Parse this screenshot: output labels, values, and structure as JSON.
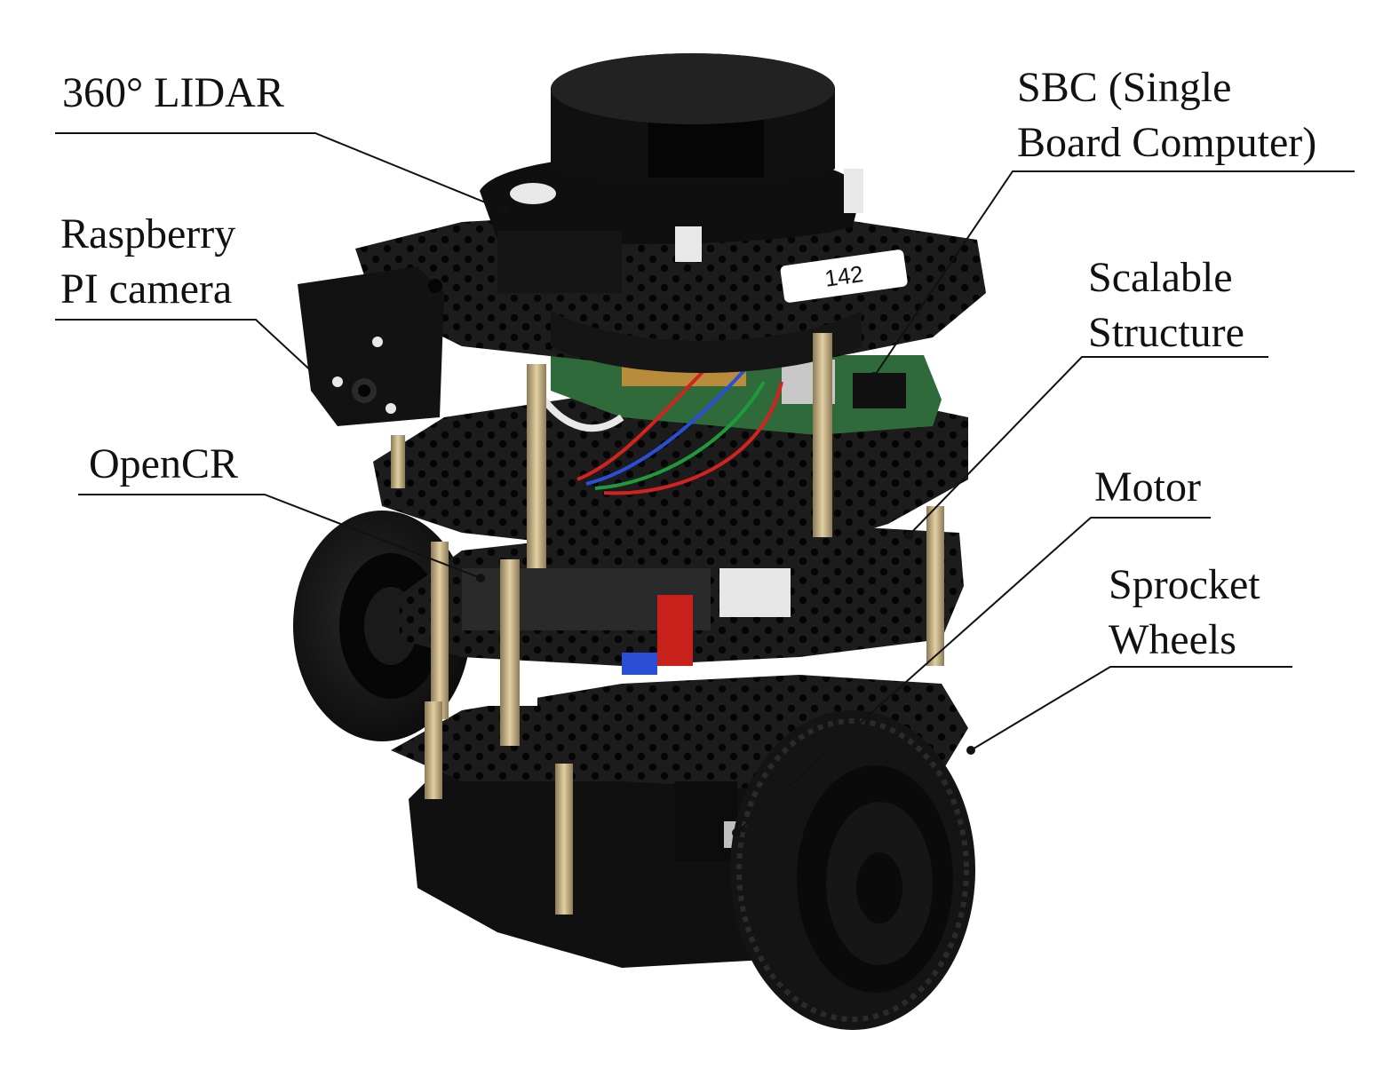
{
  "labels": {
    "lidar": [
      "360° LIDAR"
    ],
    "camera": [
      "Raspberry",
      "PI camera"
    ],
    "opencr": [
      "OpenCR"
    ],
    "sbc": [
      "SBC (Single",
      "Board Computer)"
    ],
    "structure": [
      "Scalable",
      "Structure"
    ],
    "motor": [
      "Motor"
    ],
    "wheels": [
      "Sprocket",
      "Wheels"
    ]
  },
  "robot_sticker": "142",
  "colors": {
    "body": "#141414",
    "plate": "#1c1c1c",
    "standoff": "#c9b48a",
    "pcb_green": "#2f6b3a",
    "wire_red": "#d4231f",
    "wire_blue": "#2a4fd6",
    "wire_green": "#1f9a3a",
    "leader": "#111111"
  }
}
